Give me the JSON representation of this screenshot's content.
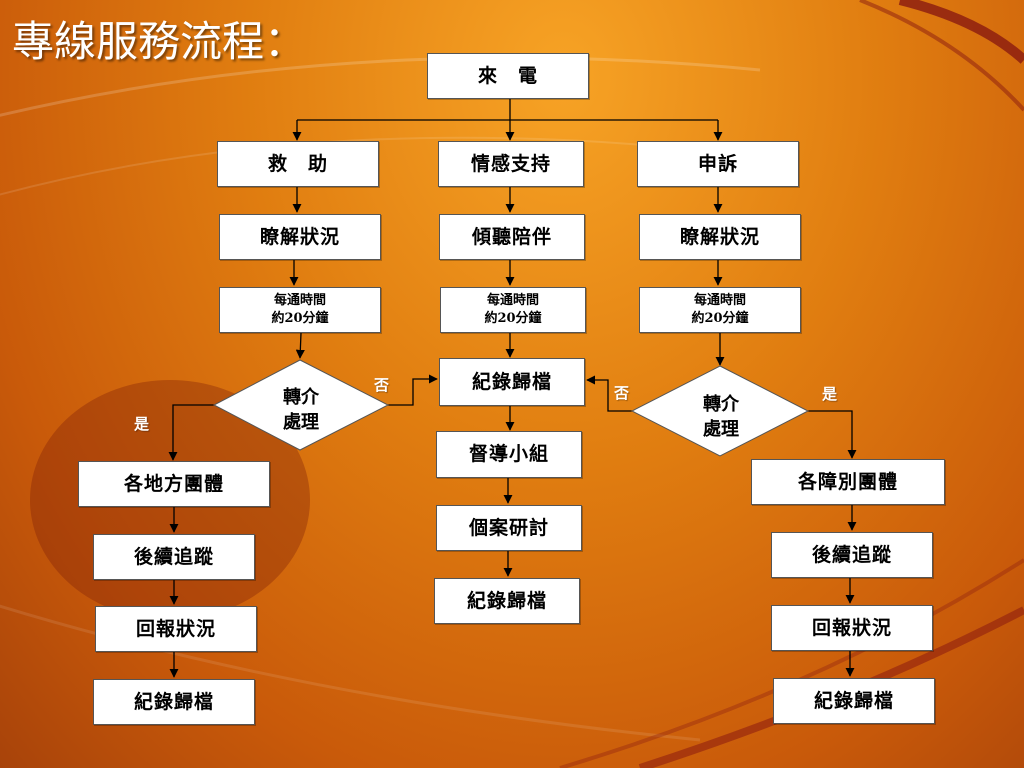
{
  "title": "專線服務流程：",
  "colors": {
    "accent_orange": "#e07d10",
    "box_fill": "#ffffff",
    "line": "#000000"
  },
  "nodes": {
    "incoming_call": "來　電",
    "rescue": "救　助",
    "emotional_support": "情感支持",
    "complaint": "申訴",
    "understand_situation_left": "瞭解狀況",
    "listen_accompany": "傾聽陪伴",
    "understand_situation_right": "瞭解狀況",
    "time_left": [
      "每通時間",
      "約20分鐘"
    ],
    "time_center": [
      "每通時間",
      "約20分鐘"
    ],
    "time_right": [
      "每通時間",
      "約20分鐘"
    ],
    "record_file_center_top": "紀錄歸檔",
    "supervision_team": "督導小組",
    "case_study": "個案研討",
    "record_file_center_bottom": "紀錄歸檔",
    "local_groups": "各地方團體",
    "follow_up_left": "後續追蹤",
    "report_left": "回報狀況",
    "record_file_left": "紀錄歸檔",
    "disability_groups": "各障別團體",
    "follow_up_right": "後續追蹤",
    "report_right": "回報狀況",
    "record_file_right": "紀錄歸檔"
  },
  "decisions": {
    "left": [
      "轉介",
      "處理"
    ],
    "right": [
      "轉介",
      "處理"
    ]
  },
  "edge_labels": {
    "left_no": "否",
    "left_yes": "是",
    "right_no": "否",
    "right_yes": "是"
  }
}
